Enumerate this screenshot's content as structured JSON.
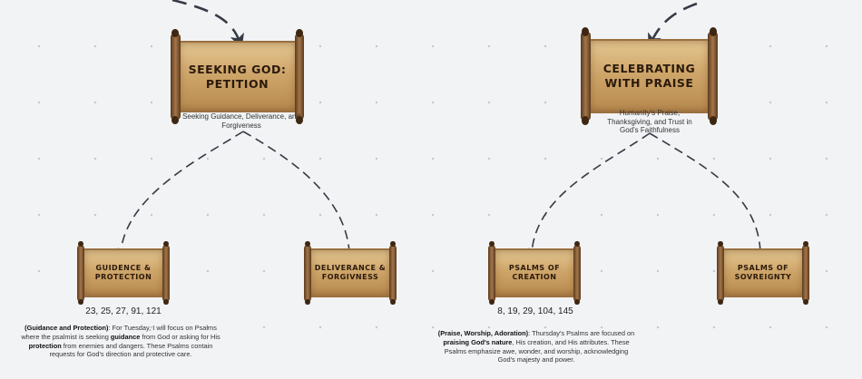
{
  "colors": {
    "connector": "#353a44",
    "canvas_bg": "#f2f3f5",
    "scroll_paper": "#cfa66a",
    "scroll_text": "#2b1a0c"
  },
  "petition": {
    "title": "SEEKING GOD:\nPETITION",
    "caption": "Seeking Guidance, Deliverance, and Forgiveness"
  },
  "praise": {
    "title": "CELEBRATING\nWITH PRAISE",
    "caption": "Humanity's Praise, Thanksgiving, and Trust in God's Faithfulness"
  },
  "guidance": {
    "title": "GUIDENCE &\nPROTECTION",
    "refs": "23, 25, 27, 91, 121",
    "note": {
      "lead": "(Guidance and Protection)",
      "t1": ": For Tuesday, I will focus on Psalms where the psalmist is seeking ",
      "b1": "guidance",
      "t2": " from God or asking for His ",
      "b2": "protection",
      "t3": " from enemies and dangers. These Psalms contain requests for God's direction and protective care."
    }
  },
  "deliverance": {
    "title": "DELIVERANCE &\nFORGIVNESS"
  },
  "creation": {
    "title": "PSALMS OF\nCREATION",
    "refs": "8, 19, 29, 104, 145",
    "note": {
      "lead": "(Praise, Worship, Adoration)",
      "t1": ": Thursday's Psalms are focused on ",
      "b1": "praising God's nature",
      "t2": ", His creation, and His attributes. These Psalms emphasize awe, wonder, and worship, acknowledging God's majesty and power."
    }
  },
  "sovereignty": {
    "title": "PSALMS OF\nSOVREIGNTY"
  }
}
